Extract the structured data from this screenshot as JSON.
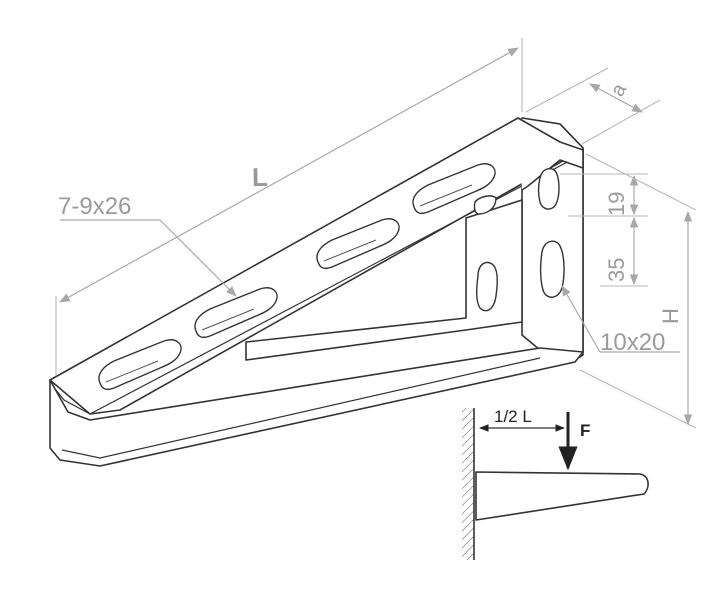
{
  "labels": {
    "length": "L",
    "width": "a",
    "slot_top": "7-9x26",
    "slot_side": "10x20",
    "dim_19": "19",
    "dim_35": "35",
    "height": "H",
    "half_length": "1/2 L",
    "force": "F"
  },
  "colors": {
    "outline": "#333333",
    "dimension": "#a8a8a8",
    "dimension_text": "#9a9a9a",
    "force_arrow": "#222222"
  }
}
